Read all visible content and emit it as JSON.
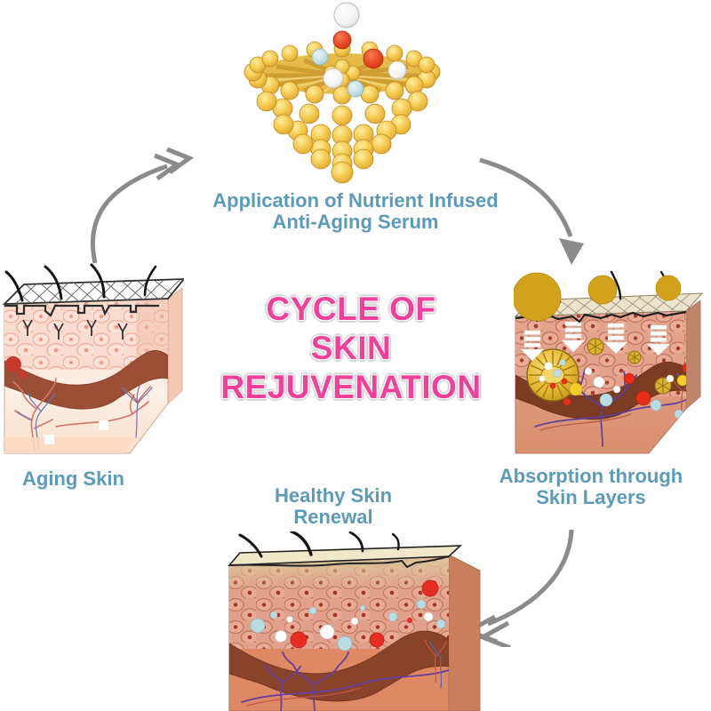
{
  "title": {
    "lines": [
      "CYCLE OF",
      "SKIN",
      "REJUVENATION"
    ],
    "color": "#f13f9a"
  },
  "stages": {
    "application": {
      "lines": [
        "Application of Nutrient Infused",
        "Anti-Aging Serum"
      ]
    },
    "absorption": {
      "lines": [
        "Absorption through",
        "Skin Layers"
      ]
    },
    "renewal": {
      "lines": [
        "Healthy Skin",
        "Renewal"
      ]
    },
    "aging": {
      "label": "Aging Skin"
    }
  },
  "arrows": [
    {
      "name": "aging-to-application",
      "style": "double-chevron",
      "direction": "up-right"
    },
    {
      "name": "application-to-absorption",
      "style": "solid-triangle",
      "direction": "down"
    },
    {
      "name": "absorption-to-renewal",
      "style": "double-chevron",
      "direction": "left"
    }
  ],
  "colors": {
    "label_blue": "#5b9bb7",
    "title_pink": "#f13f9a",
    "arrow_gray": "#8b8b8b",
    "micelle_gold": "#f2c44d",
    "serum_ball_red": "#e64a2a",
    "serum_ball_blue": "#bcdde4",
    "serum_ball_white": "#ffffff",
    "skin_pink": "#fadcce",
    "dermis_brown": "#9a4f36",
    "absorption_gold": "#d2a21c"
  }
}
